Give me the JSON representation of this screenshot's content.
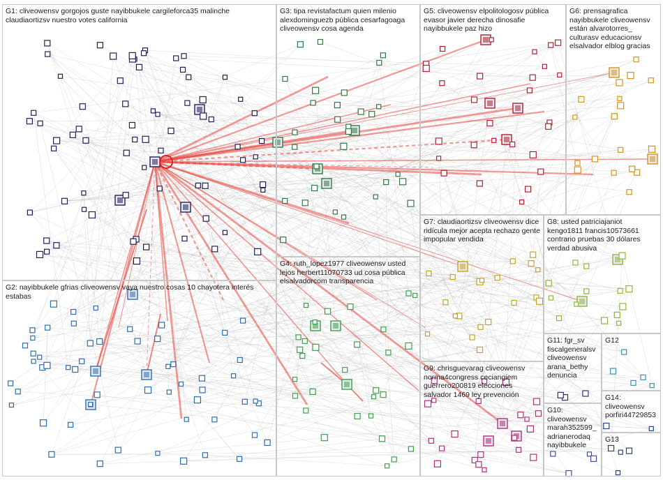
{
  "groups": [
    {
      "id": "g1",
      "label": "G1: cliveowensv gorgojos guste nayibbukele cargileforca35 malinche claudiaortizsv nuestro votes california"
    },
    {
      "id": "g2",
      "label": "G2: nayibbukele gfrias cliveowensv vaya nuestro cosas 10 chayotera interés estabas"
    },
    {
      "id": "g3",
      "label": "G3: tipa revistafactum quien milenio alexdominguezb pública cesarfagoaga cliveowensv cosa agenda"
    },
    {
      "id": "g4",
      "label": "G4: ruth_lopez1977 cliveowensv usted lejos herbert11070733 ud cosa pública elsalvadorcom transparencia"
    },
    {
      "id": "g5",
      "label": "G5: cliveowensv elpolitologosv pública evasor javier derecha dinosafie nayibbukele paz hizo"
    },
    {
      "id": "g6",
      "label": "G6: prensagrafica nayibbukele cliveowensv están alvarotorres_ culturasv educacionsv elsalvador elblog gracias"
    },
    {
      "id": "g7",
      "label": "G7: claudiaortizsv cliveowensv dice ridícula mejor acepta rechazo gente impopular vendida"
    },
    {
      "id": "g8",
      "label": "G8: usted patriciajaniot kengo1811 francis10573661 contrario pruebas 30 dólares verdad abusiva"
    },
    {
      "id": "g9",
      "label": "G9: chrisguevarag cliveowensv norma4congress ceciangiem guerrero200819 elecciones salvador 1469 ley prevención"
    },
    {
      "id": "g10",
      "label": "G10: cliveowensv marah352599_ adrianerodaq nayibbukele"
    },
    {
      "id": "g11",
      "label": "G11: fgr_sv fiscalgeneralsv cliveowensv arana_bethy denuncia"
    },
    {
      "id": "g12",
      "label": "G12"
    },
    {
      "id": "g13",
      "label": "G13"
    },
    {
      "id": "g14",
      "label": "G14: cliveowensv porfiri44729853"
    }
  ],
  "colors": {
    "background": "#ffffff",
    "box_border": "#c8c8c8",
    "gray_edge": "#b4b4b4",
    "red_edge": "#e8473f",
    "hub_ring": "#e02020",
    "g1_node": "#20205a",
    "g2_node": "#2a6fb3",
    "g3_node": "#2f7a45",
    "g4_node": "#3aa04a",
    "g5_node": "#b02030",
    "g6_node": "#d4941c",
    "g7_node": "#c9a417",
    "g8_node": "#8cb73a",
    "g9_node": "#b0307a",
    "g10_node": "#4050a0",
    "g11_node": "#30307a",
    "g12_node": "#3a8fb0",
    "g13_node": "#304070",
    "g14_node": "#204880"
  }
}
